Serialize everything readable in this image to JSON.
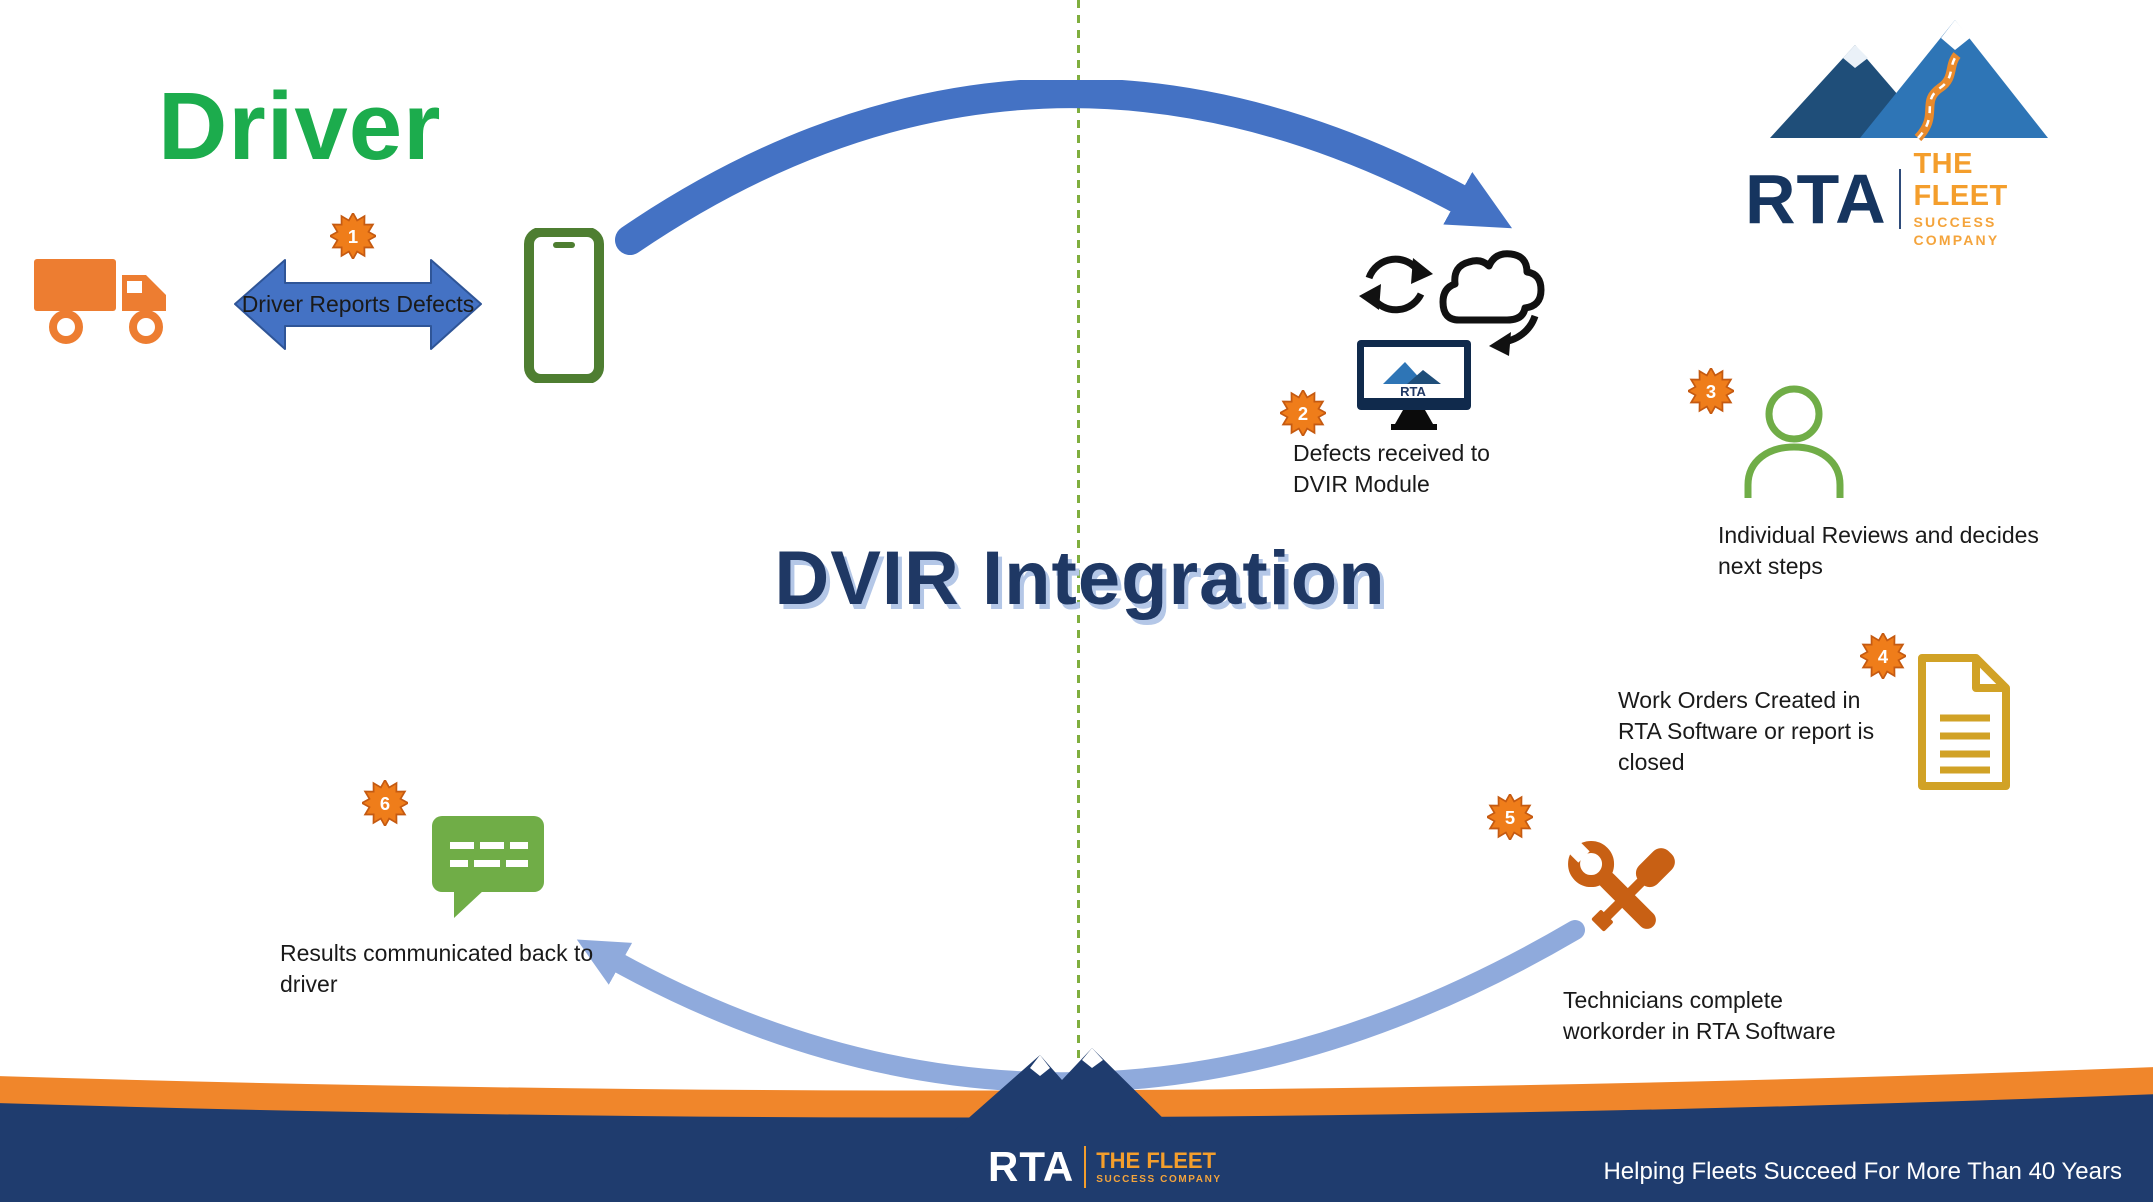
{
  "slide": {
    "title": "DVIR Integration",
    "actor_label": "Driver"
  },
  "steps": [
    {
      "num": "1",
      "label": "Driver Reports Defects"
    },
    {
      "num": "2",
      "label": "Defects received to DVIR Module"
    },
    {
      "num": "3",
      "label": "Individual Reviews and decides next steps"
    },
    {
      "num": "4",
      "label": "Work Orders Created in RTA Software or report is closed"
    },
    {
      "num": "5",
      "label": "Technicians complete workorder in RTA Software"
    },
    {
      "num": "6",
      "label": "Results communicated back to driver"
    }
  ],
  "logo": {
    "brand": "RTA",
    "tagline_line1": "THE FLEET",
    "tagline_line2": "SUCCESS COMPANY"
  },
  "monitor": {
    "brand": "RTA"
  },
  "footer": {
    "brand": "RTA",
    "tagline_line1": "THE FLEET",
    "tagline_line2": "SUCCESS COMPANY",
    "message": "Helping Fleets Succeed For More Than 40 Years"
  },
  "colors": {
    "accent_orange": "#ED7D31",
    "arrow_blue": "#4472C4",
    "return_arrow_blue": "#8FAADC",
    "driver_green": "#1CAC4D",
    "icon_green": "#70AD47",
    "phone_green": "#4E7E31",
    "title_navy": "#1F3864",
    "document_gold": "#D1A226",
    "tools_orange": "#C86014",
    "footer_navy": "#1F3C6E",
    "footer_orange": "#F0862B"
  }
}
